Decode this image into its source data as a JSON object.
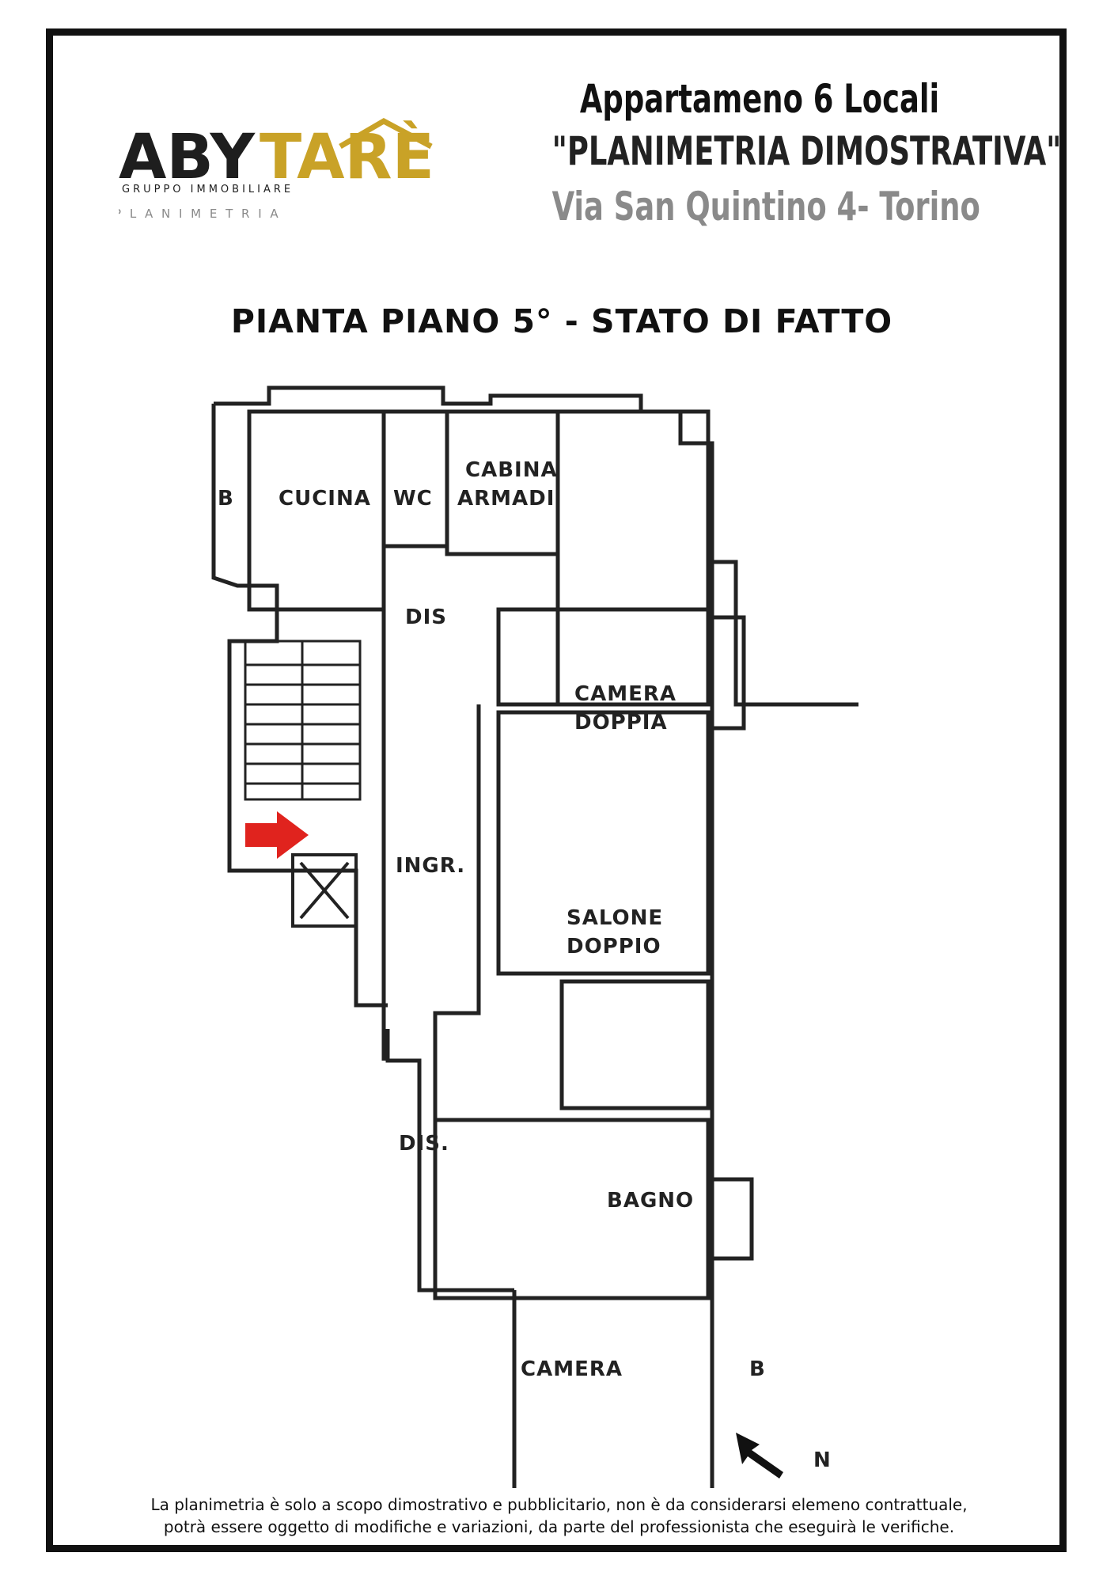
{
  "header": {
    "title_line1": "Appartameno 6 Locali",
    "title_line2": "\"PLANIMETRIA DIMOSTRATIVA\"",
    "title_line3": "Via San Quintino 4- Torino"
  },
  "logo": {
    "brand_left": "ABY",
    "brand_right": "TARÈ",
    "subtitle": "GRUPPO IMMOBILIARE",
    "tagline": "P L A N I M E T R I A",
    "colors": {
      "dark": "#1e1e1e",
      "gold": "#c9a227",
      "gray": "#8a8a8a"
    }
  },
  "plan": {
    "title": "PIANTA PIANO 5° - STATO DI FATTO",
    "rooms": {
      "b_top": "B",
      "cucina": "CUCINA",
      "wc": "WC",
      "cabina_1": "CABINA",
      "cabina_2": "ARMADI",
      "dis_top": "DIS",
      "camera_doppia_1": "CAMERA",
      "camera_doppia_2": "DOPPIA",
      "ingr": "INGR.",
      "salone_1": "SALONE",
      "salone_2": "DOPPIO",
      "dis_bottom": "DIS.",
      "bagno": "BAGNO",
      "camera": "CAMERA",
      "b_bottom": "B"
    },
    "north_label": "N",
    "entrance_arrow_color": "#e0231e"
  },
  "disclaimer": {
    "line1": "La planimetria è solo a scopo dimostrativo e pubblicitario, non è da considerarsi elemeno contrattuale,",
    "line2": "potrà essere oggetto di modifiche e variazioni, da parte del professionista che eseguirà le verifiche."
  }
}
